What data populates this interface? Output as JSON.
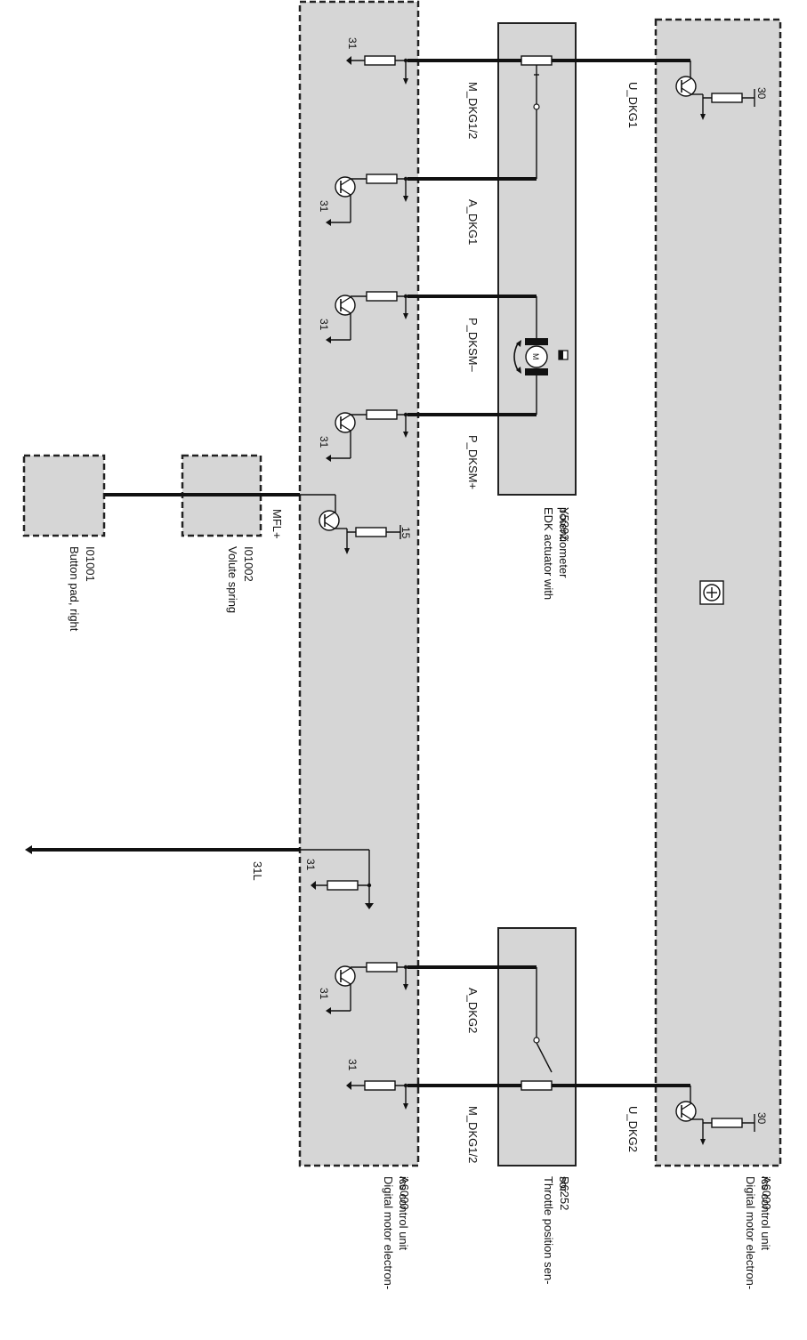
{
  "components": {
    "ecu_left": {
      "id": "A6000",
      "name": "Digital motor electron- ics control unit"
    },
    "ecu_right": {
      "id": "A6000",
      "name": "Digital motor electron- ics control unit"
    },
    "edk": {
      "id": "Y5392",
      "name": "EDK actuator with potentiometer"
    },
    "tps": {
      "id": "R6252",
      "name": "Throttle position sen- sor"
    },
    "volute": {
      "id": "I01002",
      "name": "Volute spring"
    },
    "buttonpad": {
      "id": "I01001",
      "name": "Button pad, right"
    }
  },
  "signals": {
    "m_dkg12_top": "M_DKG1/2",
    "a_dkg1": "A_DKG1",
    "p_dksm_minus": "P_DKSM–",
    "p_dksm_plus": "P_DKSM+",
    "u_dkg1": "U_DKG1",
    "u_dkg2": "U_DKG2",
    "a_dkg2": "A_DKG2",
    "m_dkg12_bottom": "M_DKG1/2",
    "mfl_plus": "MFL+",
    "gnd_31l": "31L"
  },
  "terminals": {
    "t31": "31",
    "t30": "30",
    "t15": "15",
    "motor": "M"
  }
}
